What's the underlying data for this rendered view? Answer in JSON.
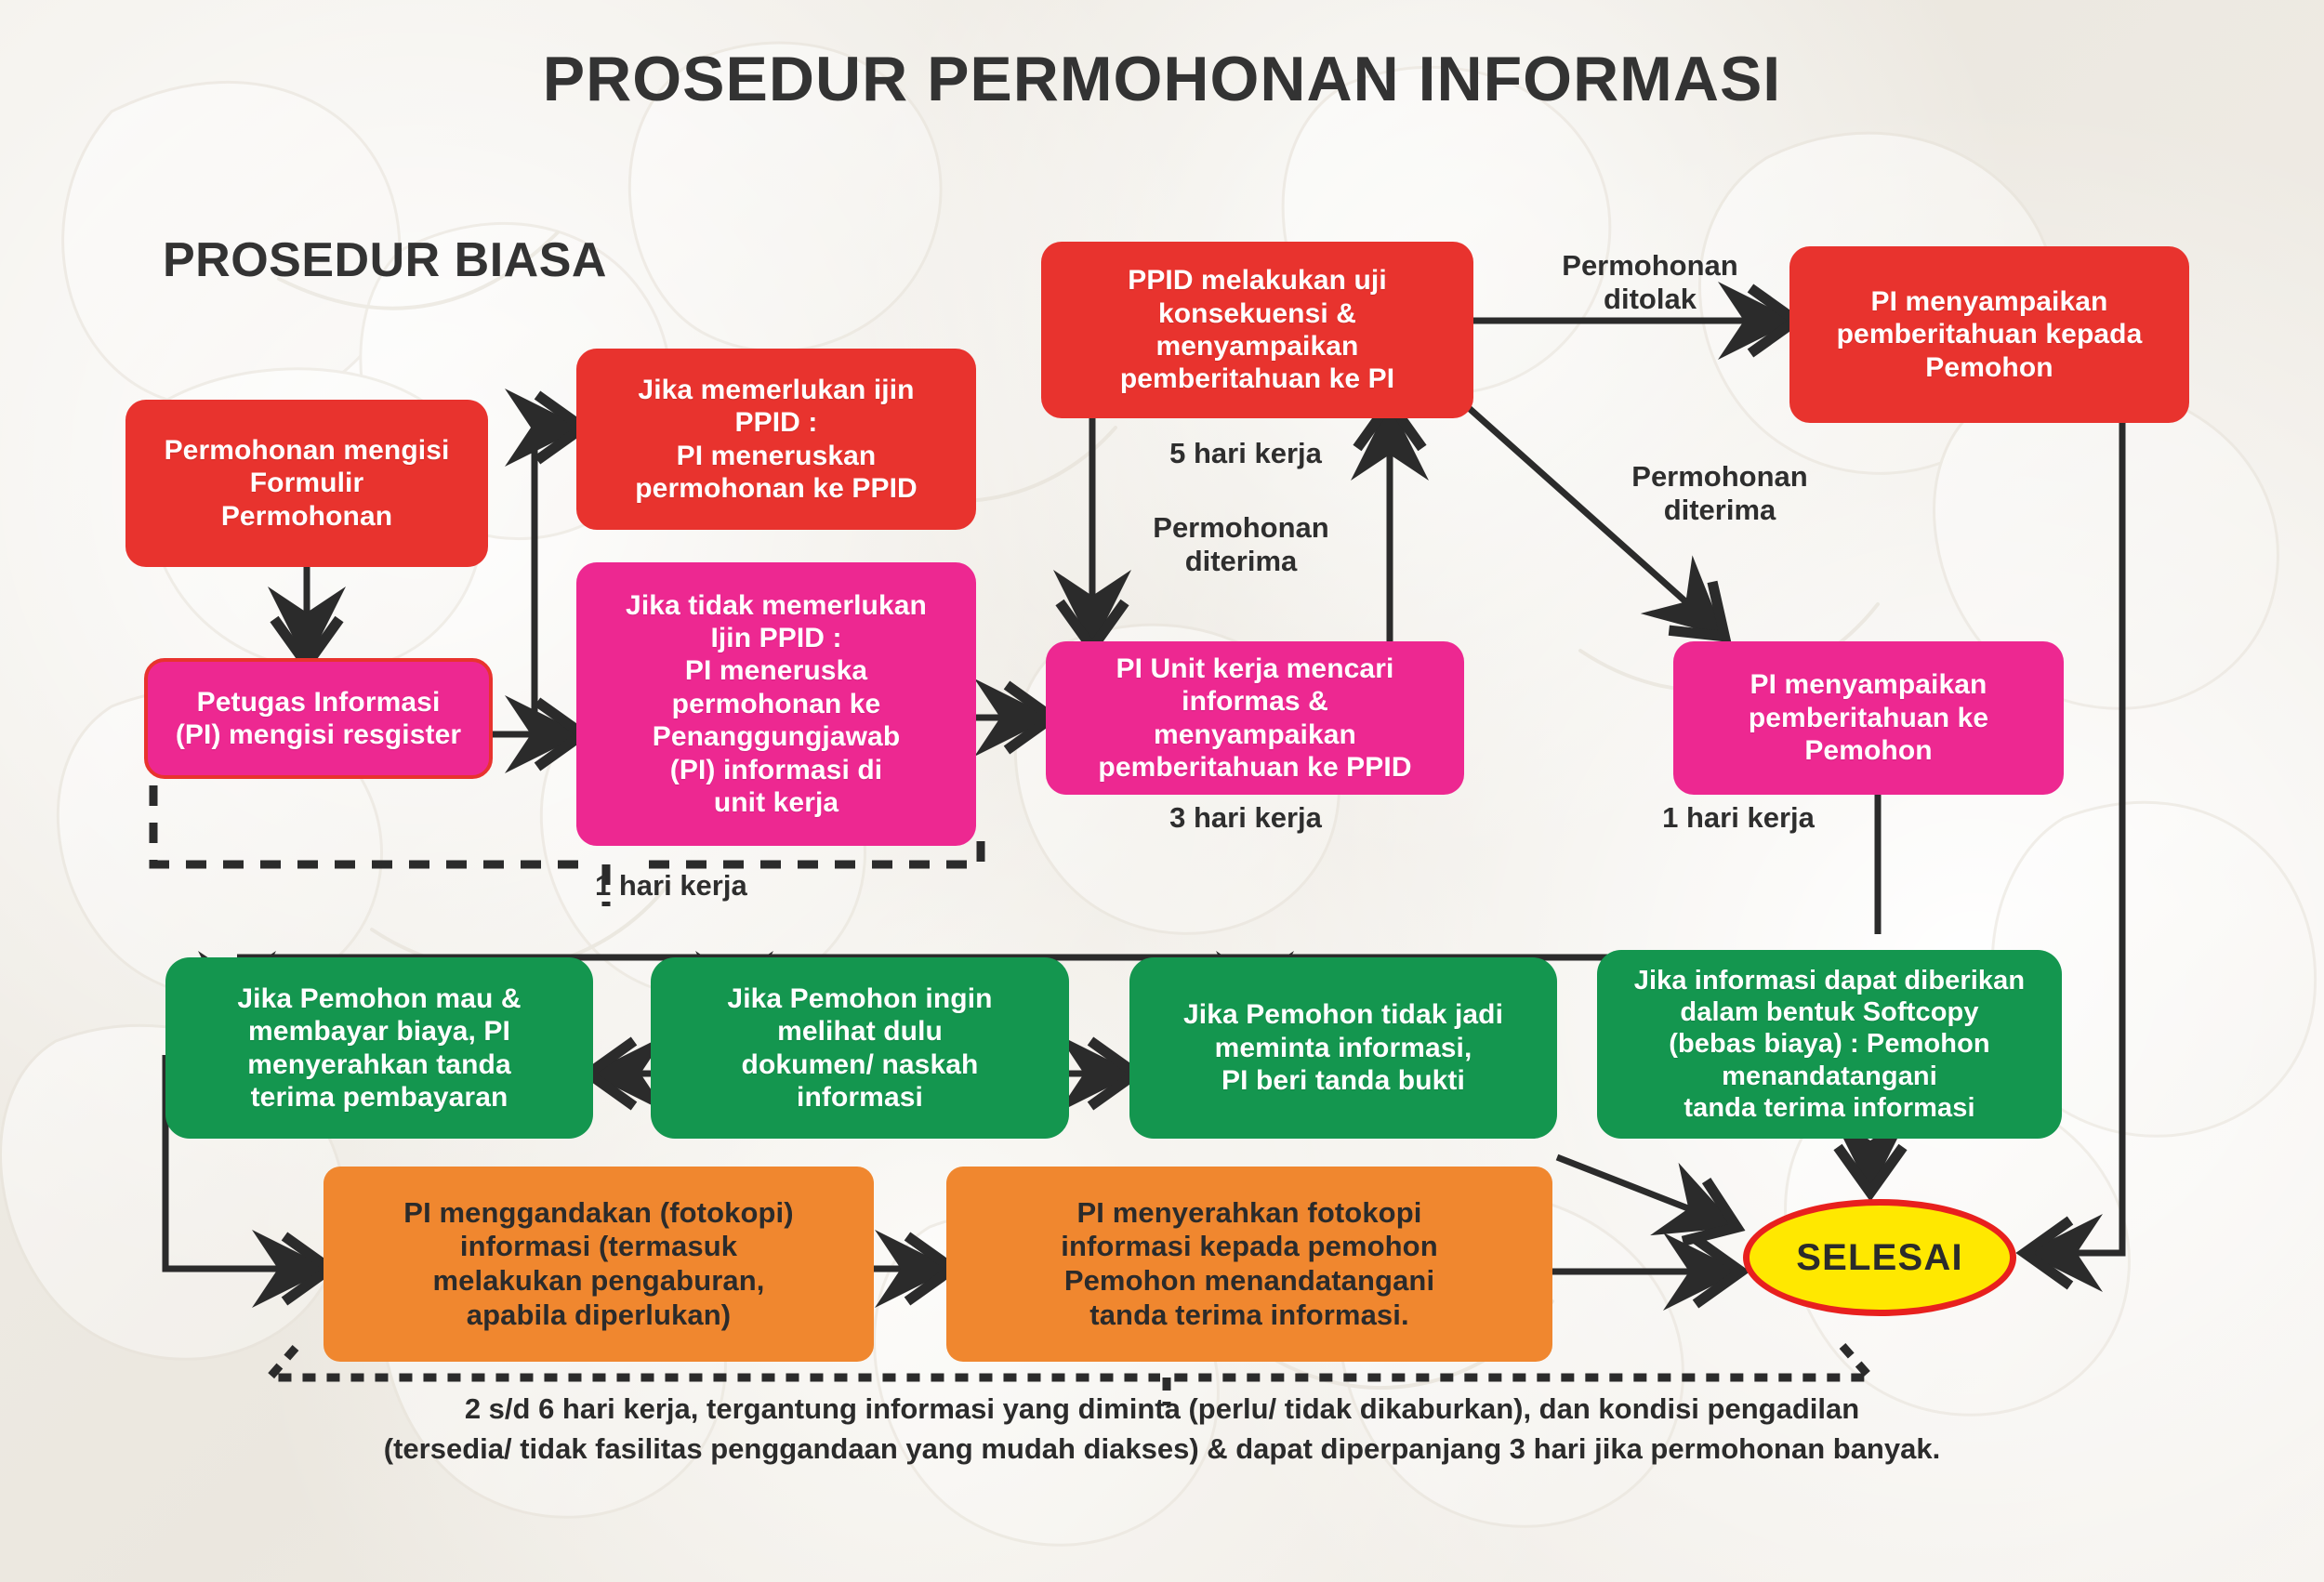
{
  "page": {
    "title": "PROSEDUR PERMOHONAN INFORMASI",
    "subtitle": "PROSEDUR BIASA",
    "footnote": "2 s/d 6 hari kerja, tergantung informasi yang diminta (perlu/ tidak dikaburkan), dan kondisi pengadilan\n(tersedia/ tidak fasilitas penggandaan yang mudah diakses) & dapat diperpanjang 3 hari jika permohonan banyak."
  },
  "colors": {
    "red": "#e8332e",
    "pink": "#ed2891",
    "green": "#14964f",
    "orange": "#f0872f",
    "yellow": "#ffe800",
    "line": "#2b2b2b",
    "background": "#efece6",
    "text_dark": "#2e2e2e"
  },
  "nodes": {
    "permohonan_mengisi_formulir": "Permohonan mengisi\nFormulir\nPermohonan",
    "petugas_informasi_register": "Petugas Informasi\n(PI) mengisi resgister",
    "jika_memerlukan_ijin": "Jika memerlukan ijin\nPPID :\nPI meneruskan\npermohonan ke PPID",
    "jika_tidak_memerlukan_ijin": "Jika tidak memerlukan\nIjin PPID :\nPI meneruska\npermohonan ke\nPenanggungjawab\n(PI) informasi di\nunit kerja",
    "ppid_uji_konsekuensi": "PPID melakukan uji\nkonsekuensi &\nmenyampaikan\npemberitahuan ke PI",
    "pi_pemberitahuan_kepada_pemohon": "PI menyampaikan\npemberitahuan kepada\nPemohon",
    "pi_unit_kerja_mencari": "PI Unit kerja mencari\ninformas &\nmenyampaikan\npemberitahuan ke PPID",
    "pi_pemberitahuan_ke_pemohon": "PI menyampaikan\npemberitahuan ke\nPemohon",
    "green_bayar_biaya": "Jika Pemohon mau &\nmembayar biaya, PI\nmenyerahkan tanda\nterima pembayaran",
    "green_melihat_dulu": "Jika Pemohon ingin\nmelihat dulu\ndokumen/ naskah\ninformasi",
    "green_tidak_jadi": "Jika Pemohon tidak jadi\nmeminta informasi,\nPI beri tanda bukti",
    "green_softcopy": "Jika informasi dapat diberikan\ndalam bentuk Softcopy\n(bebas biaya) : Pemohon\nmenandatangani\ntanda terima informasi",
    "orange_menggandakan": "PI menggandakan (fotokopi)\ninformasi (termasuk\nmelakukan pengaburan,\napabila diperlukan)",
    "orange_menyerahkan": "PI menyerahkan fotokopi\ninformasi kepada pemohon\nPemohon menandatangani\ntanda terima informasi.",
    "selesai": "SELESAI"
  },
  "edge_labels": {
    "permohonan_ditolak": "Permohonan\nditolak",
    "permohonan_diterima_right": "Permohonan\nditerima",
    "permohonan_diterima_left": "Permohonan\nditerima",
    "lima_hari_kerja": "5 hari kerja",
    "tiga_hari_kerja": "3 hari kerja",
    "satu_hari_kerja_pemohon": "1 hari kerja",
    "satu_hari_kerja_brace": "1 hari kerja"
  }
}
